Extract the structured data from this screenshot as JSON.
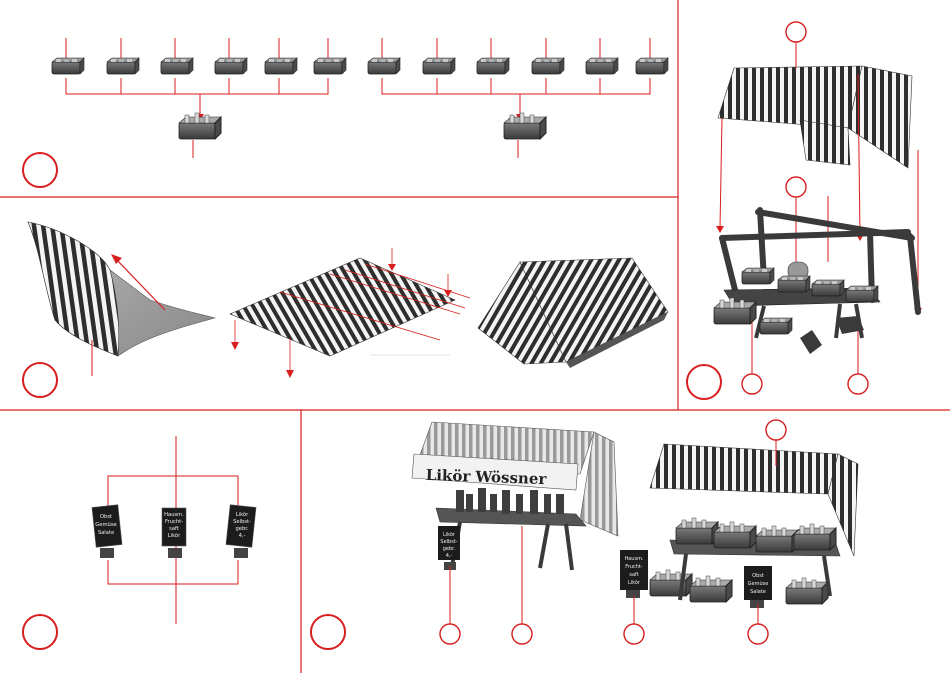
{
  "colors": {
    "accent_red": "#d81e1e",
    "frame_dark": "#3a3a3a",
    "stripe_dark": "#2e2e2e",
    "stripe_light": "#f4f4f4",
    "chalkboard": "#1c1c1c"
  },
  "steps": [
    {
      "label": ""
    },
    {
      "label": ""
    },
    {
      "label": ""
    },
    {
      "label": ""
    },
    {
      "label": ""
    }
  ],
  "callouts": [
    {
      "label": ""
    },
    {
      "label": ""
    },
    {
      "label": ""
    },
    {
      "label": ""
    },
    {
      "label": ""
    },
    {
      "label": ""
    },
    {
      "label": ""
    },
    {
      "label": ""
    },
    {
      "label": ""
    }
  ],
  "banner_text": "Likör Wössner",
  "signs": {
    "sign_a": [
      "Obst",
      "Gemüse",
      "Salate"
    ],
    "sign_b": [
      "Hausm.",
      "Frucht-",
      "saft",
      "Likör"
    ],
    "sign_c": [
      "Likör",
      "Selbst-",
      "gebr.",
      "4,-"
    ],
    "stall_sign_left": [
      "Likör",
      "Selbst-",
      "gebr.",
      "4,-"
    ],
    "stall_sign_mid": [
      "Hausm.",
      "Frucht-",
      "saft",
      "Likör"
    ],
    "stall_sign_right": [
      "Obst",
      "Gemüse",
      "Salate"
    ]
  },
  "icons": {
    "crate": "crate-icon",
    "awning": "awning-icon",
    "frame": "stall-frame-icon",
    "sign": "chalkboard-sign-icon"
  }
}
